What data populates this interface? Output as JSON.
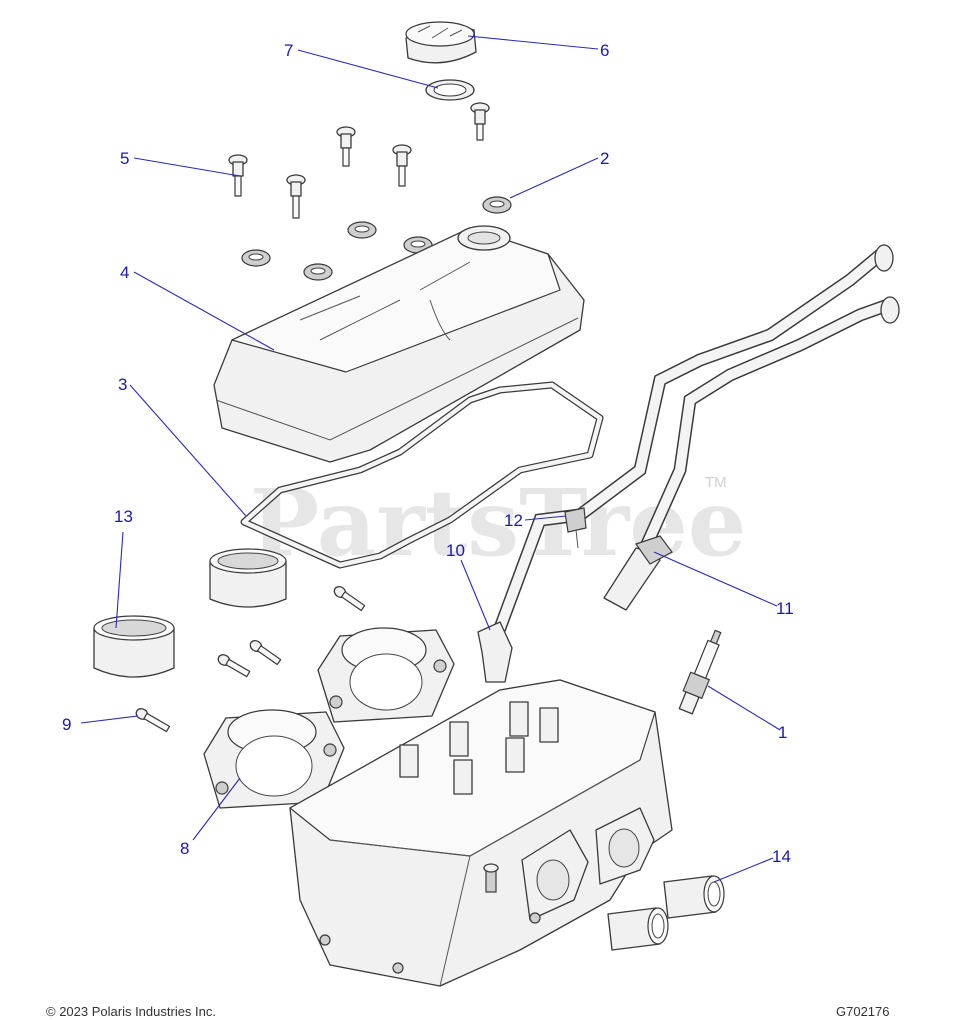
{
  "watermark": {
    "text": "PartsTree",
    "trademark": "TM"
  },
  "footer": {
    "copyright": "© 2023 Polaris Industries Inc.",
    "diagram_code": "G702176"
  },
  "callouts": [
    {
      "id": "c1",
      "label": "1"
    },
    {
      "id": "c2",
      "label": "2"
    },
    {
      "id": "c3",
      "label": "3"
    },
    {
      "id": "c4",
      "label": "4"
    },
    {
      "id": "c5",
      "label": "5"
    },
    {
      "id": "c6",
      "label": "6"
    },
    {
      "id": "c7",
      "label": "7"
    },
    {
      "id": "c8",
      "label": "8"
    },
    {
      "id": "c9",
      "label": "9"
    },
    {
      "id": "c10",
      "label": "10"
    },
    {
      "id": "c11",
      "label": "11"
    },
    {
      "id": "c12",
      "label": "12"
    },
    {
      "id": "c13",
      "label": "13"
    },
    {
      "id": "c14",
      "label": "14"
    }
  ],
  "colors": {
    "callout_text": "#1a1aa6",
    "leader_line": "#2a2ab8",
    "part_fill": "#f1f1f1",
    "outline": "#3a3a3a"
  }
}
